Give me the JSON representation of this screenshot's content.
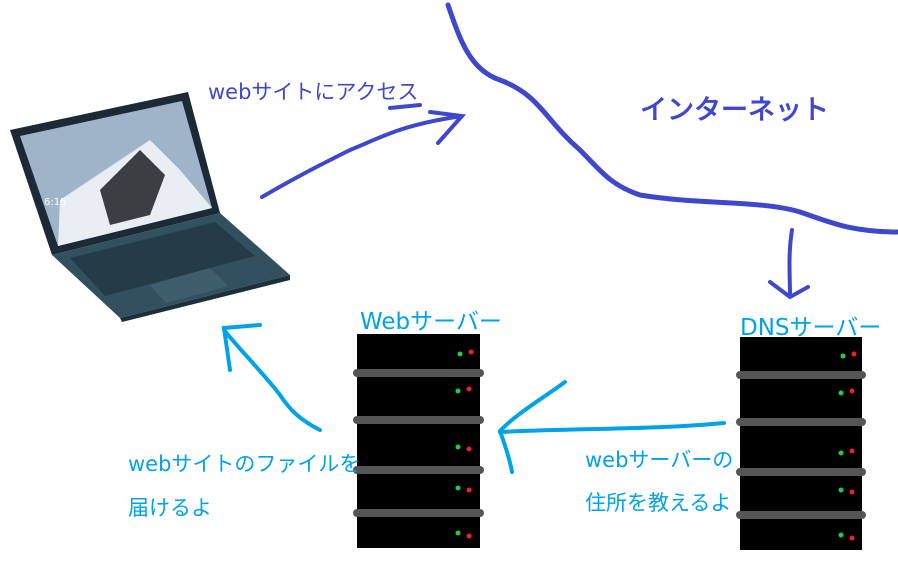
{
  "labels": {
    "access": "webサイトにアクセス",
    "internet": "インターネット",
    "web_server": "Webサーバー",
    "dns_server": "DNSサーバー",
    "deliver_line1": "webサイトのファイルを",
    "deliver_line2": "届けるよ",
    "address_line1": "webサーバーの",
    "address_line2": "住所を教えるよ"
  },
  "laptop_clock": "6:15",
  "colors": {
    "dark_blue": "#3f48cc",
    "light_blue": "#00a2e8",
    "server": "#000000",
    "led_green": "#22cc44",
    "led_red": "#ee2222"
  }
}
